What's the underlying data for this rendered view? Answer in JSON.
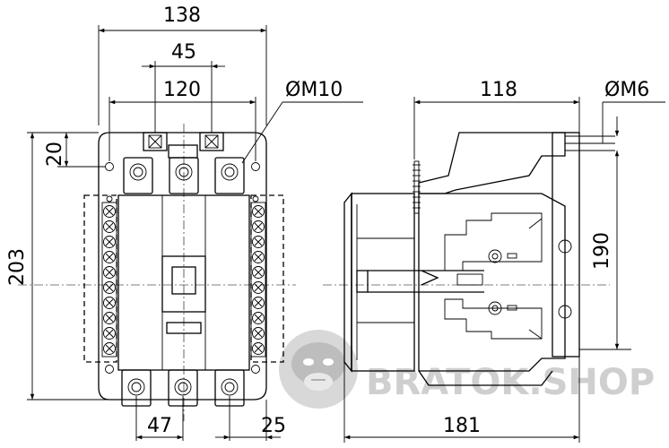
{
  "diagram": {
    "front_view": {
      "dim_width_total": "138",
      "dim_terminal_pitch_top": "45",
      "dim_mounting_width": "120",
      "dim_top_offset": "20",
      "dim_height_total": "203",
      "dim_bottom_pitch": "47",
      "dim_bottom_edge": "25",
      "terminal_thread": "ØM10"
    },
    "side_view": {
      "dim_depth_mount": "118",
      "dim_depth_total": "181",
      "dim_height_mount": "190",
      "mount_thread": "ØM6"
    }
  },
  "watermark": {
    "text": "BRATOK.SHOP",
    "icon": "gorilla-logo-icon"
  }
}
